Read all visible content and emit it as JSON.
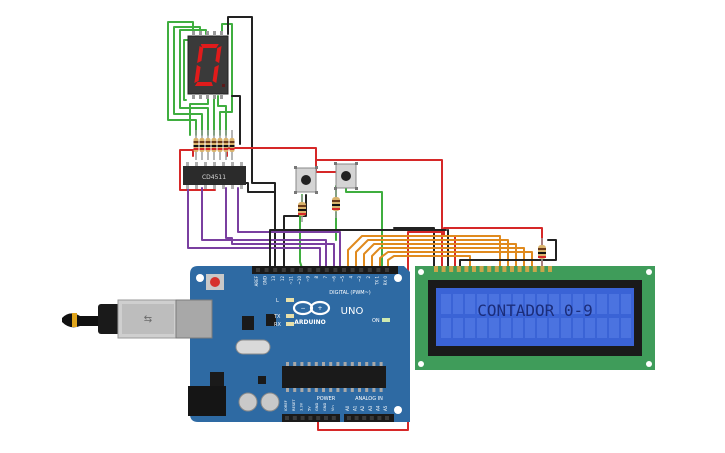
{
  "seven_segment": {
    "digit": "0"
  },
  "decoder_ic": {
    "label": "CD4511"
  },
  "arduino": {
    "brand": "ARDUINO",
    "model": "UNO",
    "on_label": "ON",
    "led_l": "L",
    "led_tx": "TX",
    "led_rx": "RX",
    "digital_label": "DIGITAL (PWM~)",
    "power_label": "POWER",
    "analog_label": "ANALOG IN",
    "digital_pins": [
      "AREF",
      "GND",
      "13",
      "12",
      "~11",
      "~10",
      "~9",
      "8",
      "7",
      "~6",
      "~5",
      "4",
      "~3",
      "2",
      "TX 1",
      "RX 0"
    ],
    "power_pins": [
      "IOREF",
      "RESET",
      "3.3V",
      "5V",
      "GND",
      "GND",
      "Vin"
    ],
    "analog_pins": [
      "A0",
      "A1",
      "A2",
      "A3",
      "A4",
      "A5"
    ]
  },
  "lcd": {
    "text": "CONTADOR 0-9"
  },
  "colors": {
    "board": "#2e6aa3",
    "lcd_pcb": "#3f9c5a",
    "lcd_screen": "#3a63d6",
    "lcd_text": "#1b2d7a",
    "segment": "#e01b1b",
    "wire_red": "#d62828",
    "wire_green": "#3fae3f",
    "wire_purple": "#7a3fa0",
    "wire_orange": "#e08a1e",
    "wire_black": "#222222"
  }
}
